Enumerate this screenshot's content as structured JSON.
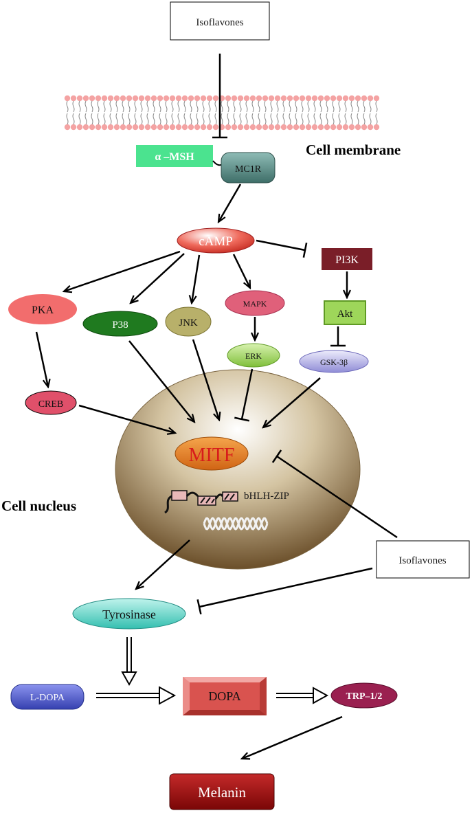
{
  "labels": {
    "isoflavones_top": "Isoflavones",
    "isoflavones_right": "Isoflavones",
    "cell_membrane": "Cell membrane",
    "cell_nucleus": "Cell nucleus",
    "alpha_msh": "α –MSH",
    "mc1r": "MC1R",
    "camp": "cAMP",
    "pi3k": "PI3K",
    "pka": "PKA",
    "p38": "P38",
    "jnk": "JNK",
    "mapk": "MAPK",
    "akt": "Akt",
    "erk": "ERK",
    "gsk3b": "GSK-3β",
    "creb": "CREB",
    "mitf": "MITF",
    "bhlh_zip": "bHLH-ZIP",
    "tyrosinase": "Tyrosinase",
    "l_dopa": "L-DOPA",
    "dopa": "DOPA",
    "trp": "TRP–1/2",
    "melanin": "Melanin"
  },
  "colors": {
    "pka": "#f26d6d",
    "p38": "#1f7a1f",
    "jnk": "#b8b06a",
    "mapk": "#e0607a",
    "erk": "#a8d85c",
    "gsk3b": "#b7b5e6",
    "creb": "#e0506a",
    "camp": "#e8423a",
    "pi3k": "#7a1e28",
    "akt": "#9ed65a",
    "mc1r": "#5a8f88",
    "alpha_msh": "#4be38f",
    "mitf": "#e67e22",
    "mitf_text": "#d81b1b",
    "tyrosinase": "#5ed6c8",
    "l_dopa": "#4a55c8",
    "dopa": "#d9534f",
    "trp": "#9a2050",
    "melanin": "#9e1010",
    "nucleus": "#a08a64"
  }
}
